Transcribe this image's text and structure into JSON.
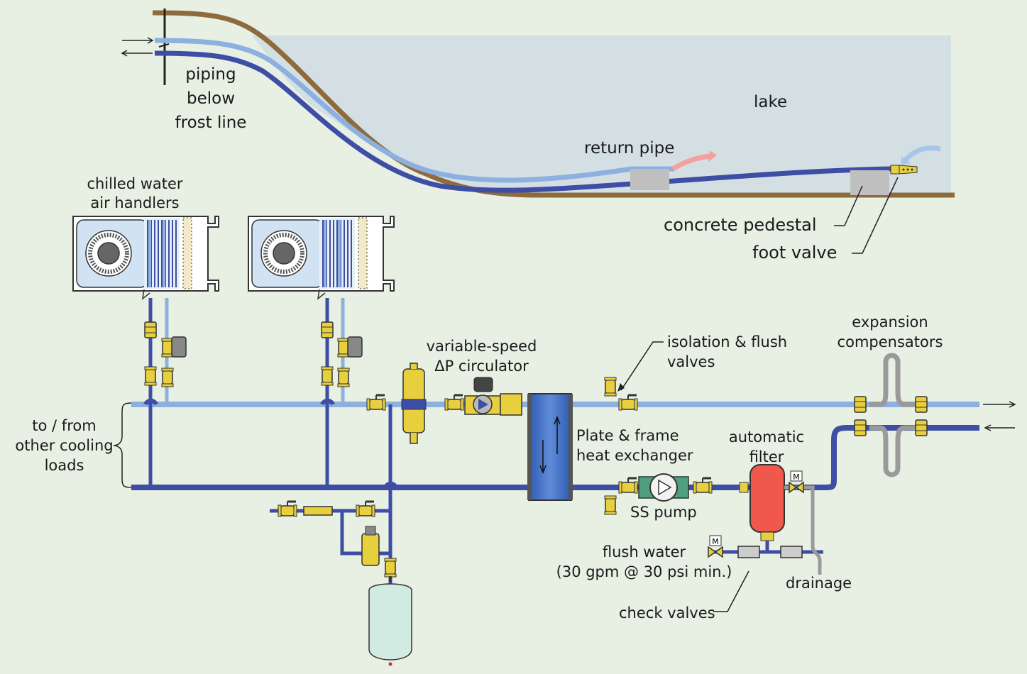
{
  "labels": {
    "piping_below_frost_line": "piping\nbelow\nfrost line",
    "lake": "lake",
    "return_pipe": "return pipe",
    "chilled_water_air_handlers": "chilled water\nair handlers",
    "concrete_pedestal": "concrete pedestal",
    "foot_valve": "foot valve",
    "variable_speed_circulator": "variable-speed\nΔP circulator",
    "isolation_flush_valves": "isolation & flush\nvalves",
    "expansion_compensators": "expansion\ncompensators",
    "to_from_other_loads": "to / from\nother cooling\nloads",
    "plate_frame_hx": "Plate & frame\nheat exchanger",
    "automatic_filter": "automatic\nfilter",
    "ss_pump": "SS pump",
    "flush_water": "flush water\n(30 gpm @ 30 psi min.)",
    "drainage": "drainage",
    "check_valves": "check valves",
    "motor_valve_tag": "M"
  },
  "colors": {
    "background": "#e7f0e3",
    "lake": "#d3dfe3",
    "earth": "#8e6a3c",
    "supply_pipe": "#8db0e0",
    "return_pipe": "#3d4ea4",
    "brass": "#e8cf3e",
    "filter_tank": "#f0584b",
    "heat_exchanger": "#3e6cc2",
    "expansion_tank": "#d1eae2",
    "gray_pipe": "#9a9a9a"
  }
}
